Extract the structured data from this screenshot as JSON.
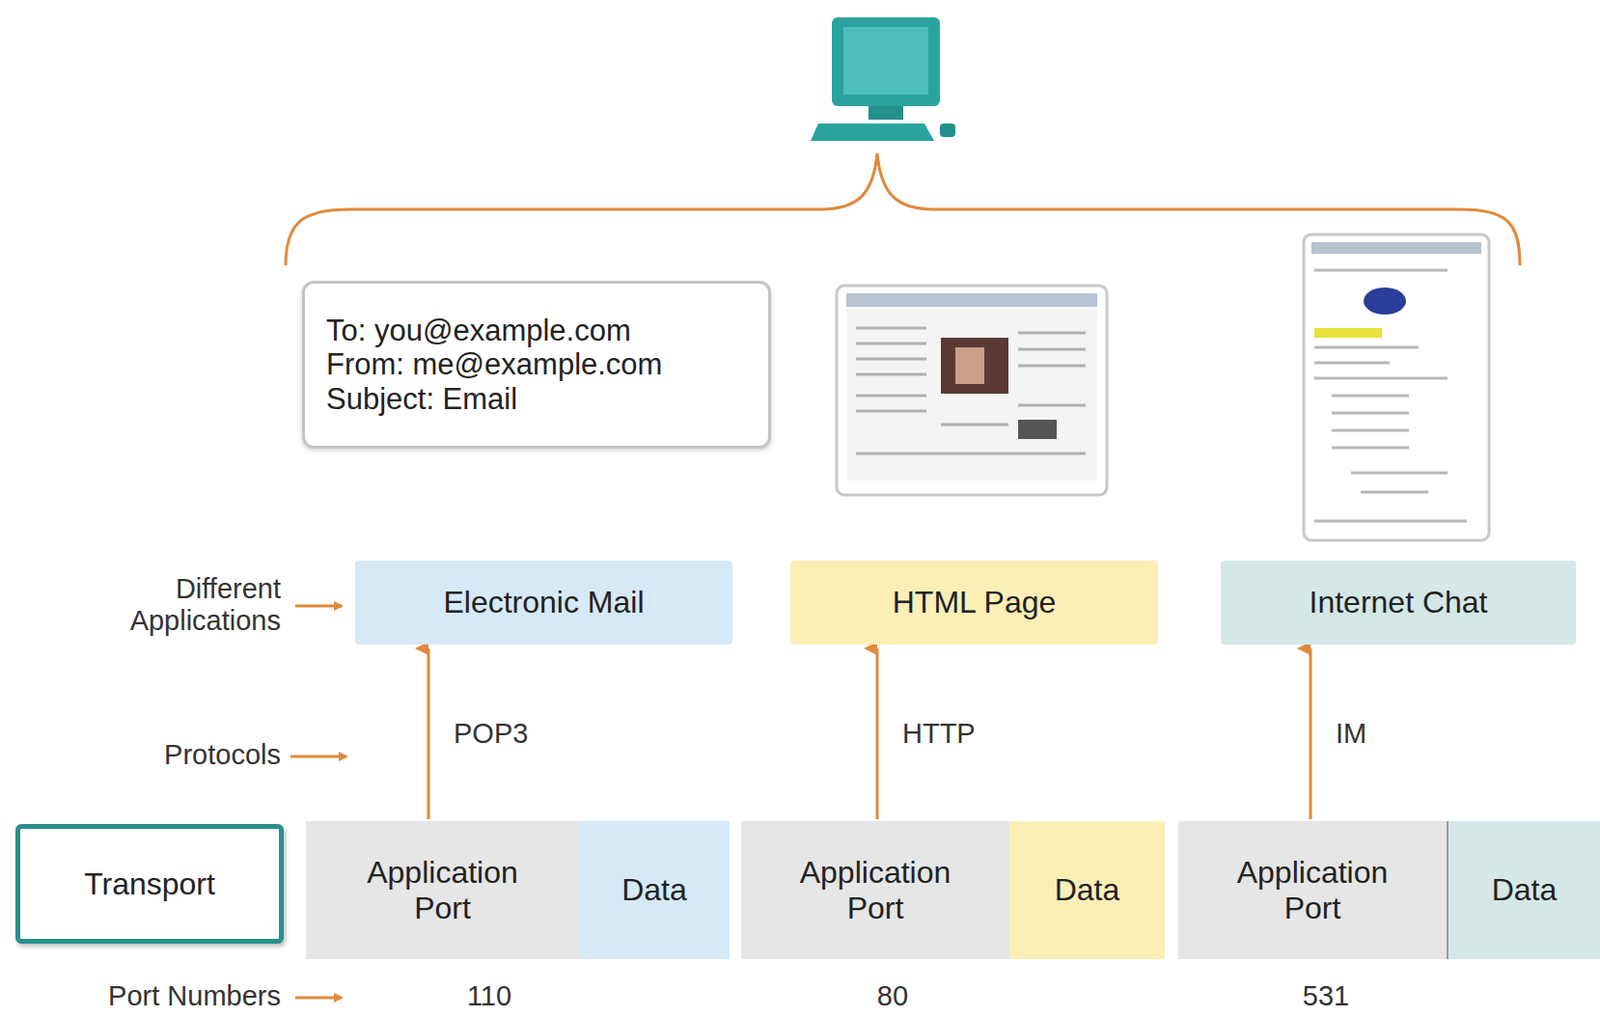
{
  "diagram": {
    "nodes": [
      {
        "text": [
          "To: you@example.com",
          "From: me@example.com",
          "Subject: Email"
        ]
      },
      {
        "text": [
          "Electronic Mail"
        ]
      },
      {
        "text": [
          "HTML Page"
        ]
      },
      {
        "text": [
          "Internet Chat"
        ]
      },
      {
        "text": [
          "Transport"
        ]
      },
      {
        "text": [
          "Application Port"
        ]
      },
      {
        "text": [
          "Data"
        ]
      },
      {
        "text": [
          "Application Port"
        ]
      },
      {
        "text": [
          "Data"
        ]
      },
      {
        "text": [
          "Application Port"
        ]
      },
      {
        "text": [
          "Data"
        ]
      }
    ],
    "edges": [
      {
        "from": 5,
        "to": 1,
        "label": "POP3",
        "arrow": "to"
      },
      {
        "from": 7,
        "to": 2,
        "label": "HTTP",
        "arrow": "to"
      },
      {
        "from": 9,
        "to": 3,
        "label": "IM",
        "arrow": "to"
      }
    ],
    "labels": [
      "Different Applications",
      "Protocols",
      "Port Numbers",
      "110",
      "80",
      "531"
    ]
  }
}
